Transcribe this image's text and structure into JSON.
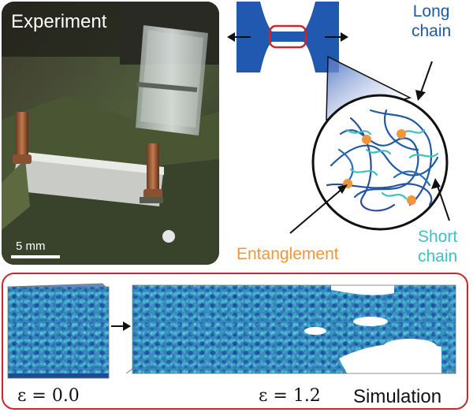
{
  "panels": {
    "experiment": {
      "title": "Experiment",
      "scale_bar": "5 mm"
    },
    "schematic": {
      "long_chain": "Long\nchain",
      "short_chain": "Short\nchain",
      "entanglement": "Entanglement"
    },
    "simulation": {
      "strain_initial": "ε = 0.0",
      "strain_final": "ε = 1.2",
      "title": "Simulation"
    }
  },
  "colors": {
    "long_chain": "#1f5aa6",
    "short_chain": "#3ec1c1",
    "entanglement": "#f0963c",
    "highlight": "#c8282d"
  }
}
